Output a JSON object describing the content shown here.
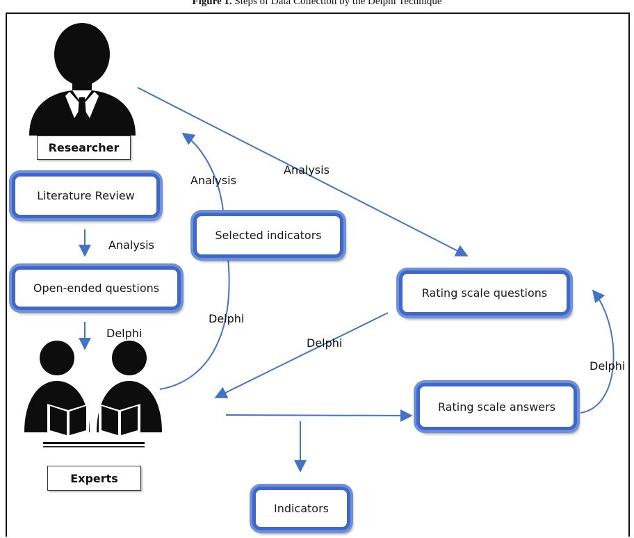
{
  "caption": {
    "prefix": "Figure 1.",
    "text": "Steps of Data Collection by the Delphi Technique"
  },
  "actors": {
    "researcher": "Researcher",
    "experts": "Experts"
  },
  "boxes": {
    "literature_review": "Literature Review",
    "open_ended_questions": "Open-ended questions",
    "selected_indicators": "Selected indicators",
    "rating_scale_questions": "Rating scale questions",
    "rating_scale_answers": "Rating scale answers",
    "indicators": "Indicators"
  },
  "edge_labels": {
    "analysis_lit_to_open": "Analysis",
    "analysis_selected_to_researcher": "Analysis",
    "analysis_researcher_to_rating": "Analysis",
    "delphi_open_to_experts": "Delphi",
    "delphi_experts_to_selected": "Delphi",
    "delphi_rating_to_experts": "Delphi",
    "delphi_answers_to_questions": "Delphi"
  },
  "colors": {
    "arrow": "#4472c4",
    "box_border": "#3f68c9",
    "silhouette": "#0d0d0d"
  }
}
